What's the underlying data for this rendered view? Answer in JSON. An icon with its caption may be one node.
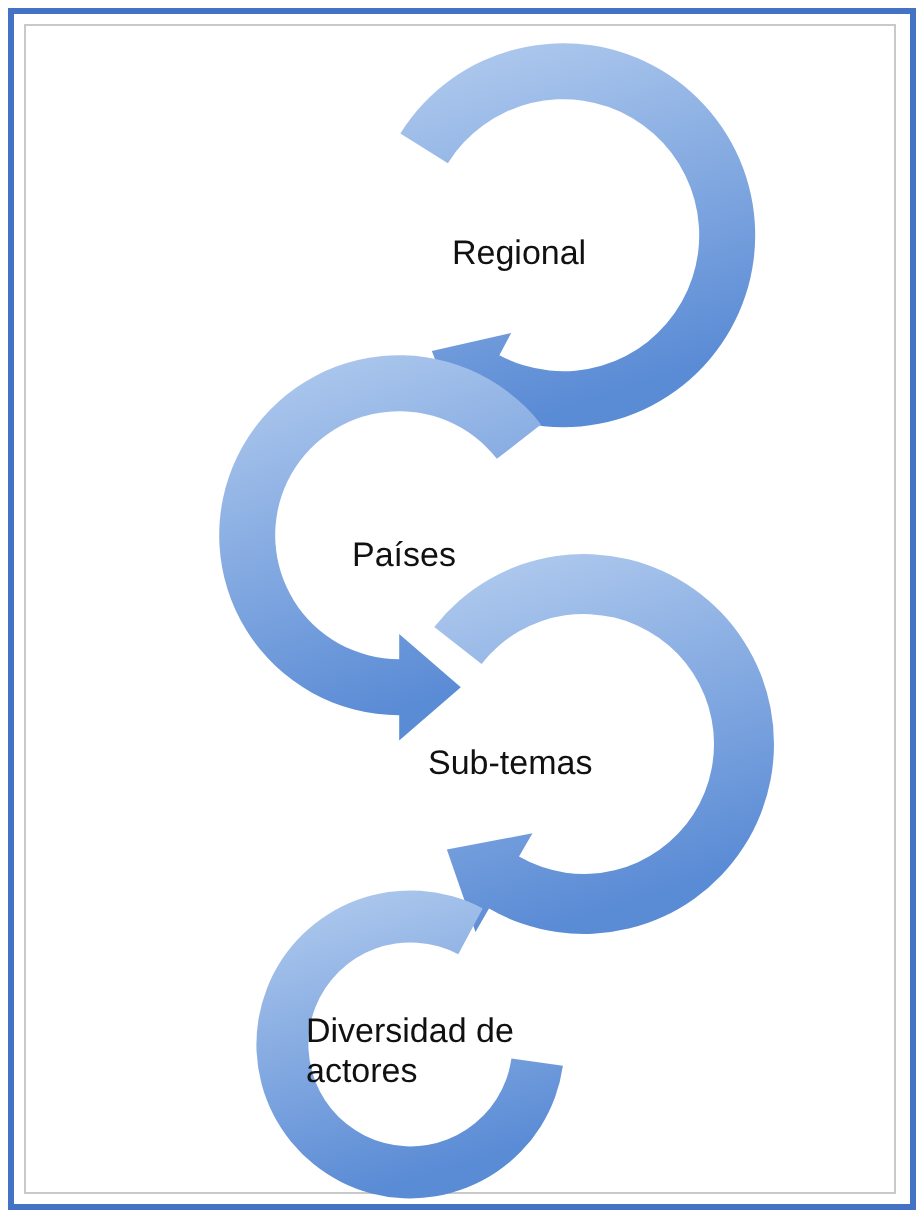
{
  "diagram": {
    "nodes": [
      {
        "text": [
          "Regional"
        ]
      },
      {
        "text": [
          "Países"
        ]
      },
      {
        "text": [
          "Sub-temas"
        ]
      },
      {
        "text": [
          "Diversidad de actores"
        ]
      }
    ]
  }
}
